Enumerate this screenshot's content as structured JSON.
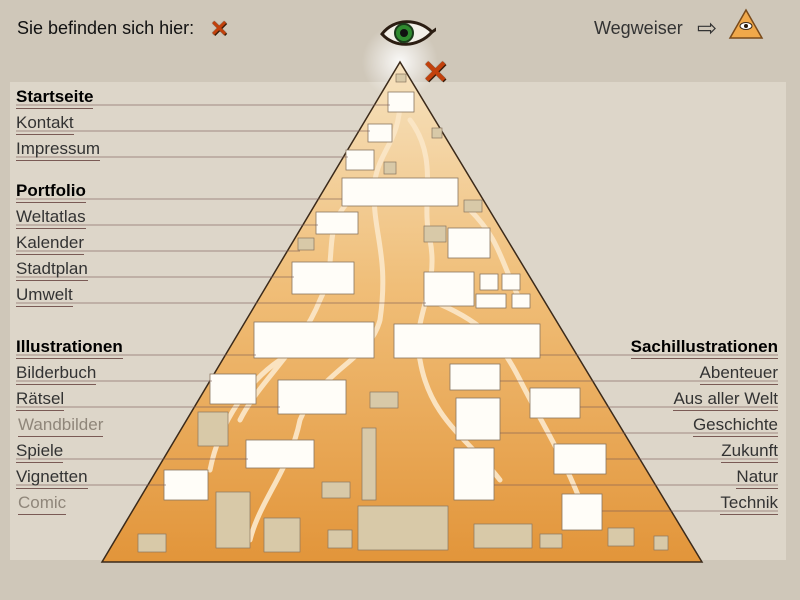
{
  "location": {
    "label": "Sie befinden sich hier:",
    "marker_icon": "x-marker-icon"
  },
  "guide": {
    "label": "Wegweiser",
    "arrow": "⇨",
    "icon": "pyramid-eye-icon"
  },
  "left_menu": {
    "start": "Startseite",
    "kontakt": "Kontakt",
    "impressum": "Impressum",
    "portfolio": "Portfolio",
    "weltatlas": "Weltatlas",
    "kalender": "Kalender",
    "stadtplan": "Stadtplan",
    "umwelt": "Umwelt",
    "illustrationen": "Illustrationen",
    "bilderbuch": "Bilderbuch",
    "raetsel": "Rätsel",
    "wandbilder": "Wandbilder",
    "spiele": "Spiele",
    "vignetten": "Vignetten",
    "comic": "Comic"
  },
  "right_menu": {
    "sach": "Sachillustrationen",
    "abenteuer": "Abenteuer",
    "welt": "Aus aller Welt",
    "geschichte": "Geschichte",
    "zukunft": "Zukunft",
    "natur": "Natur",
    "technik": "Technik"
  },
  "colors": {
    "pyramid_top": "#f5dcb0",
    "pyramid_bottom": "#e39a3f",
    "marker": "#c2410c",
    "background": "#cfc7b9"
  }
}
